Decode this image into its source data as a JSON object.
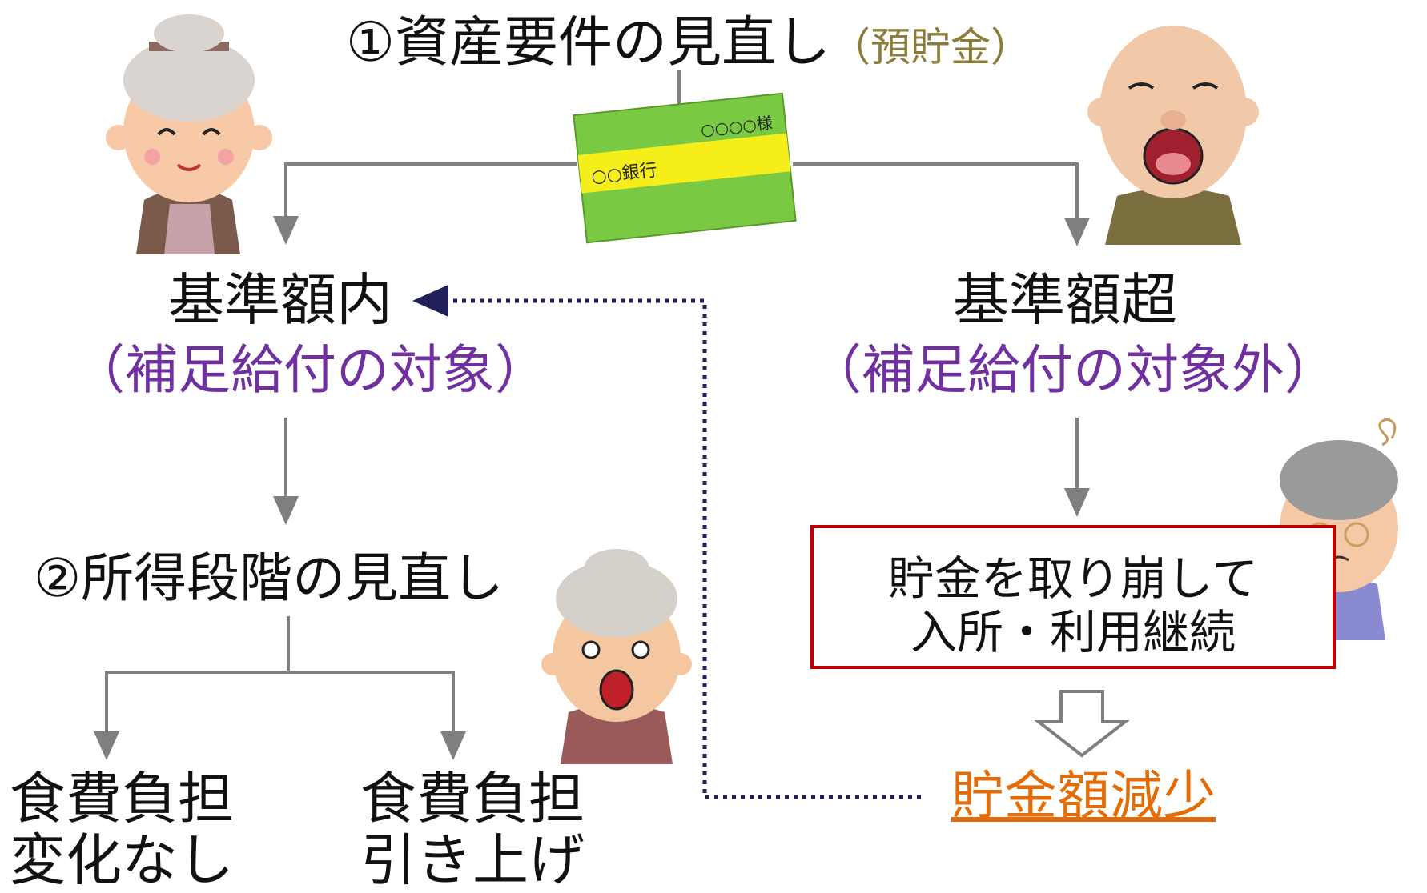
{
  "step1": {
    "label": "①資産要件の見直し",
    "note": "（預貯金）"
  },
  "passbook": {
    "bank": "○○銀行",
    "holder": "○○○○様"
  },
  "within_standard": {
    "label": "基準額内",
    "sub": "（補足給付の対象）"
  },
  "over_standard": {
    "label": "基準額超",
    "sub": "（補足給付の対象外）"
  },
  "step2": {
    "label": "②所得段階の見直し"
  },
  "outcome_unchanged": {
    "line1": "食費負担",
    "line2": "変化なし"
  },
  "outcome_raised": {
    "line1": "食費負担",
    "line2": "引き上げ"
  },
  "savings_box": {
    "line1": "貯金を取り崩して",
    "line2": "入所・利用継続"
  },
  "savings_decrease": "貯金額減少",
  "colors": {
    "arrow": "#7f7f7f",
    "dotted": "#1f1f5a",
    "purple": "#7030a0",
    "box_border": "#c00000",
    "orange": "#e36c09"
  },
  "icons": [
    "smiling-grandma-icon",
    "shocked-grandpa-icon",
    "surprised-grandma-icon",
    "worried-grandma-icon",
    "bankbook-icon"
  ]
}
